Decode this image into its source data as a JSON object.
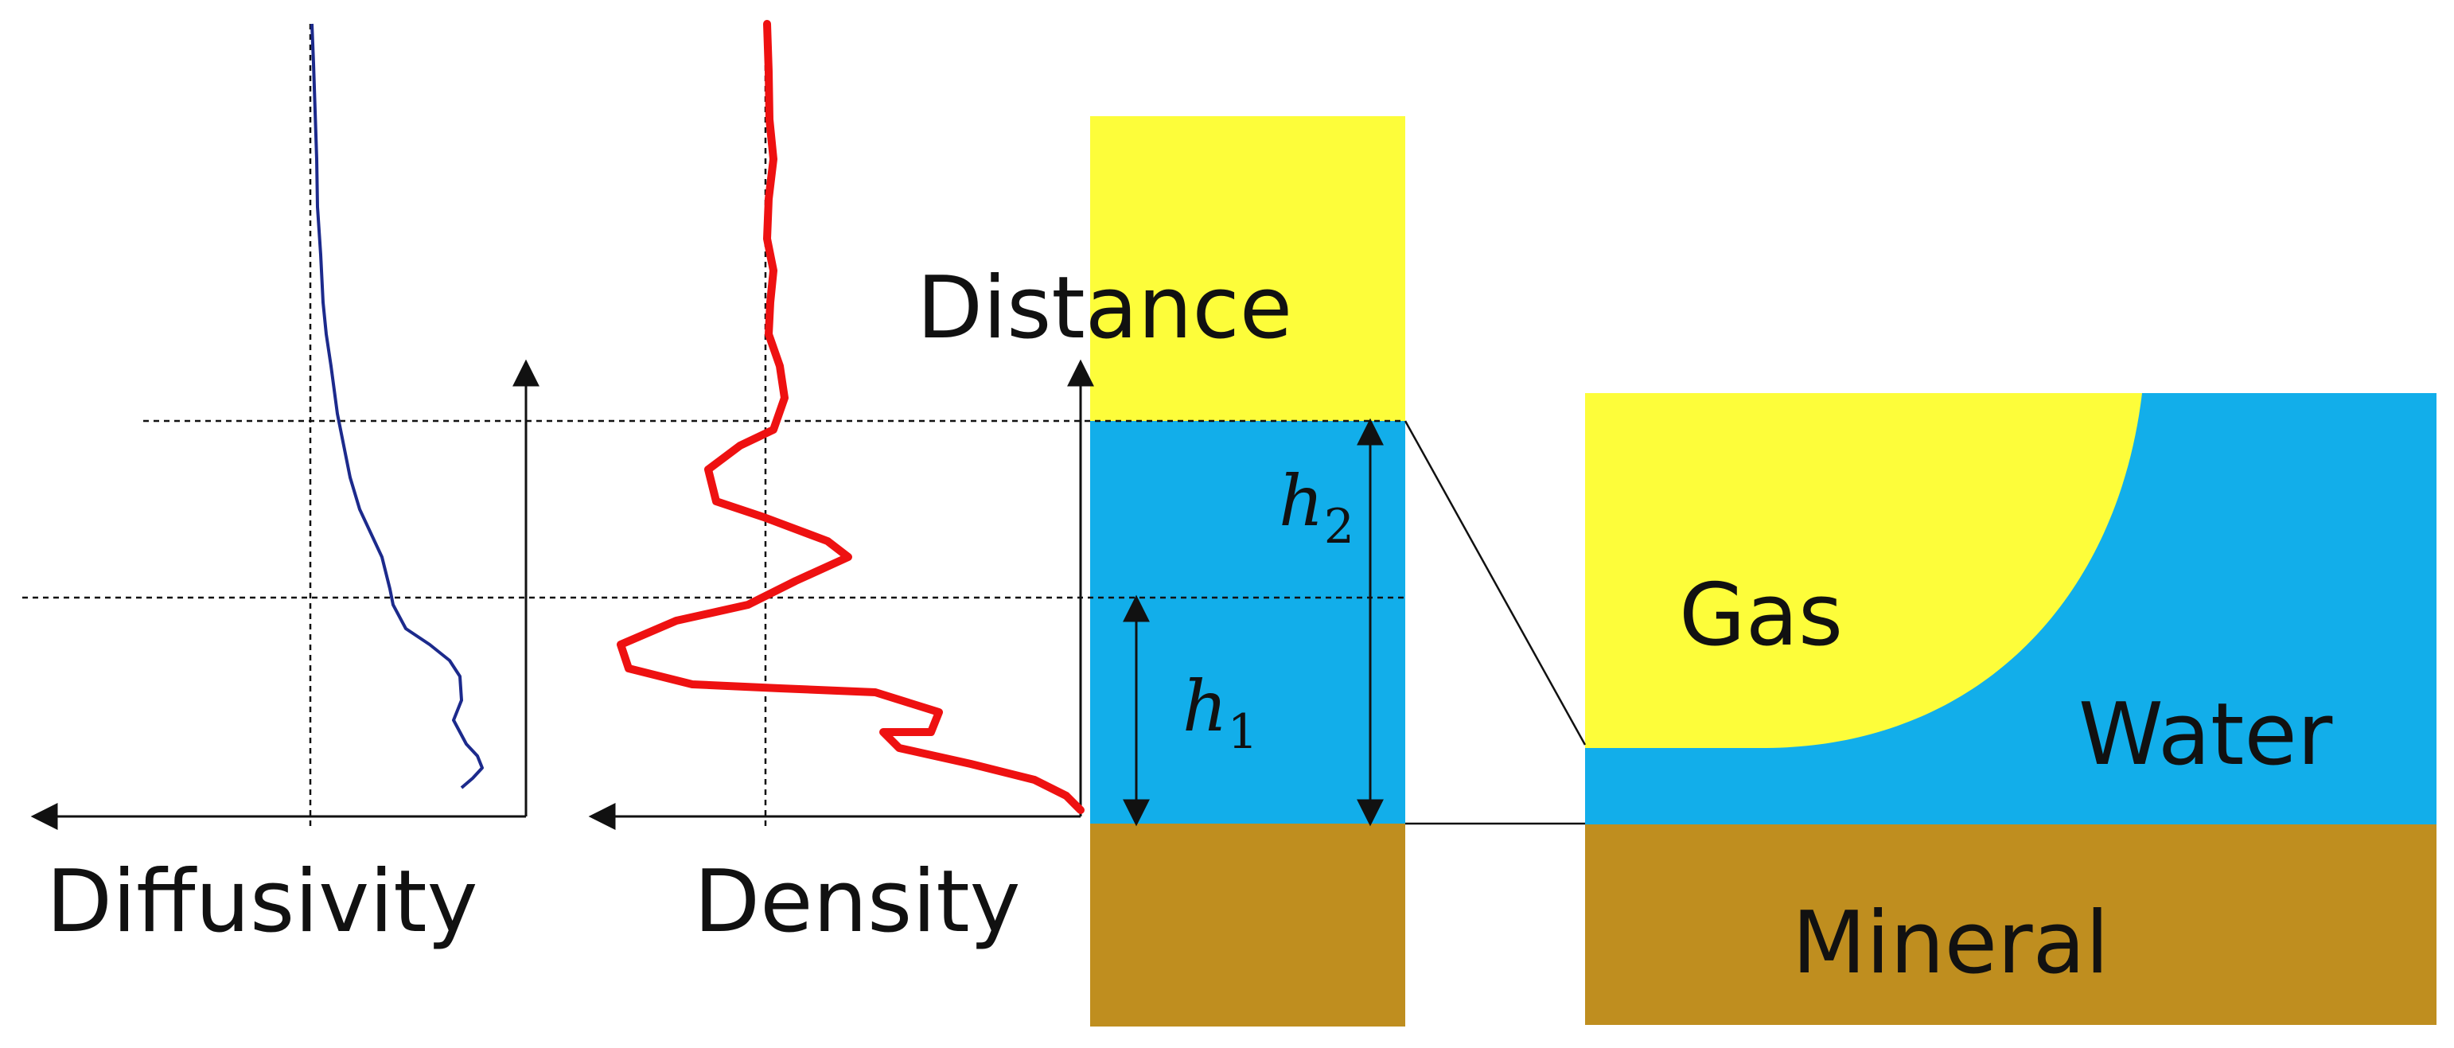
{
  "labels": {
    "distance": "Distance",
    "diffusivity": "Diffusivity",
    "density": "Density",
    "gas": "Gas",
    "water": "Water",
    "mineral": "Mineral",
    "h1_base": "h",
    "h1_sub": "1",
    "h2_base": "h",
    "h2_sub": "2"
  },
  "colors": {
    "gas": "#fdfd3a",
    "water": "#12aeea",
    "mineral": "#bf8e1f",
    "diffusivity_curve": "#1c2a8c",
    "density_curve": "#ee1111",
    "axis": "#111111"
  }
}
